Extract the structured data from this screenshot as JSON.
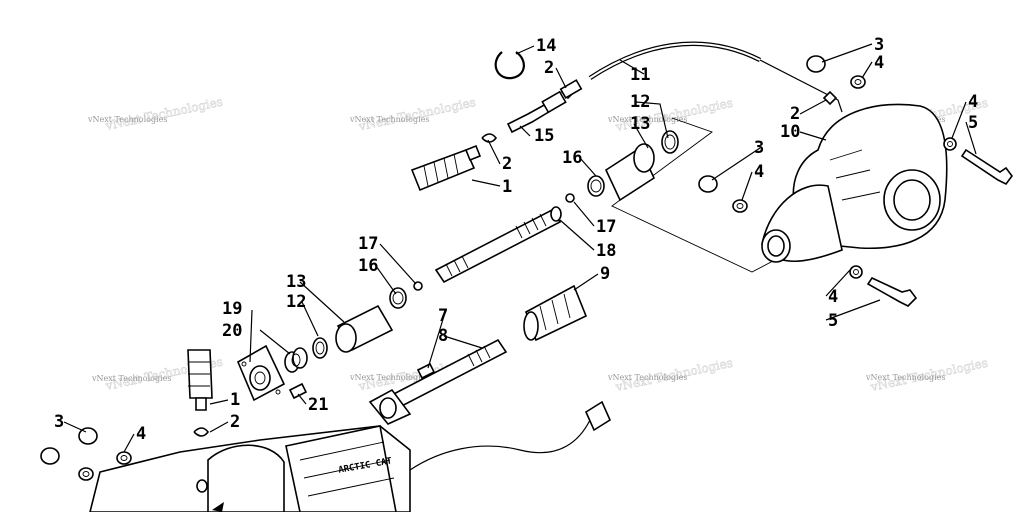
{
  "watermark": {
    "text": "vNext Technologies"
  },
  "callouts": {
    "c14": "14",
    "c2a": "2",
    "c11": "11",
    "c3a": "3",
    "c4a": "4",
    "c2b": "2",
    "c12a": "12",
    "c13a": "13",
    "c10": "10",
    "c4b": "4",
    "c5a": "5",
    "c15": "15",
    "c2c": "2",
    "c1a": "1",
    "c16a": "16",
    "c3b": "3",
    "c4c": "4",
    "c17a": "17",
    "c18": "18",
    "c17b": "17",
    "c16b": "16",
    "c9": "9",
    "c13b": "13",
    "c12b": "12",
    "c19": "19",
    "c20": "20",
    "c7": "7",
    "c8": "8",
    "c4d": "4",
    "c5b": "5",
    "c1b": "1",
    "c21": "21",
    "c2d": "2",
    "c3c": "3",
    "c4e": "4"
  },
  "housing_stamp": "ARCTIC CAT"
}
